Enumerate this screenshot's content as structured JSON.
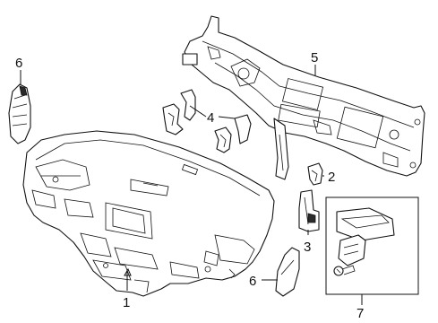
{
  "callouts": [
    {
      "id": "c1",
      "text": "1"
    },
    {
      "id": "c2",
      "text": "2"
    },
    {
      "id": "c3",
      "text": "3"
    },
    {
      "id": "c4",
      "text": "4"
    },
    {
      "id": "c5",
      "text": "5"
    },
    {
      "id": "c6a",
      "text": "6"
    },
    {
      "id": "c6b",
      "text": "6"
    },
    {
      "id": "c7",
      "text": "7"
    }
  ]
}
